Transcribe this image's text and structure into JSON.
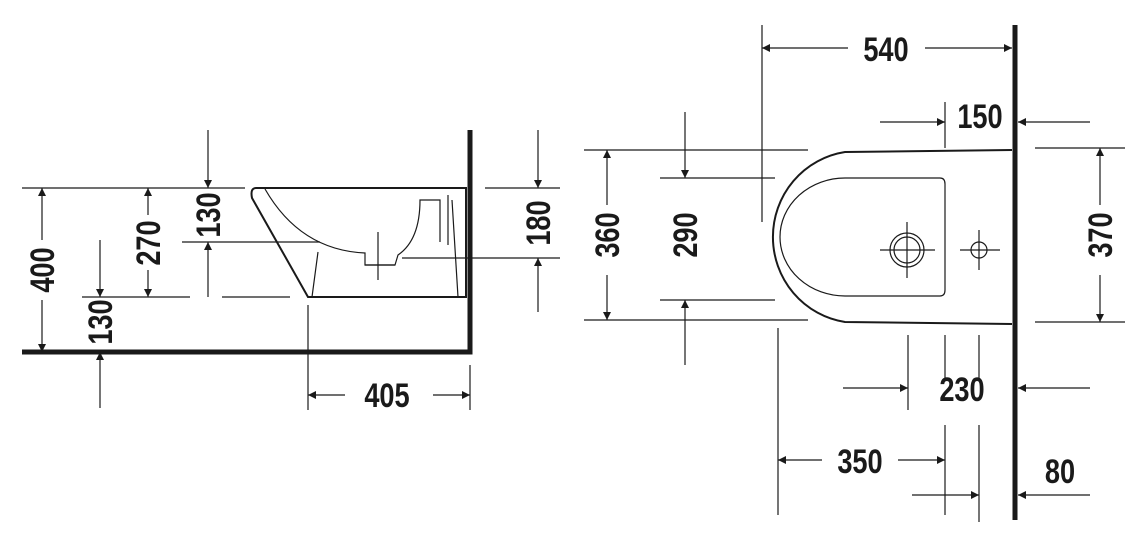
{
  "side_view": {
    "dimensions": {
      "total_height": "400",
      "floor_to_bottom": "130",
      "bottom_to_rim": "270",
      "drain_to_rim": "130",
      "wall_connection": "180",
      "projection": "405"
    }
  },
  "top_view": {
    "dimensions": {
      "overall_length": "540",
      "tap_hole_from_wall": "150",
      "outer_width": "360",
      "bowl_width": "290",
      "wall_width": "370",
      "drain_from_wall": "230",
      "bowl_front_to_drain": "350",
      "wall_offset": "80"
    }
  },
  "colors": {
    "line": "#1a1a1a",
    "background": "#ffffff"
  }
}
